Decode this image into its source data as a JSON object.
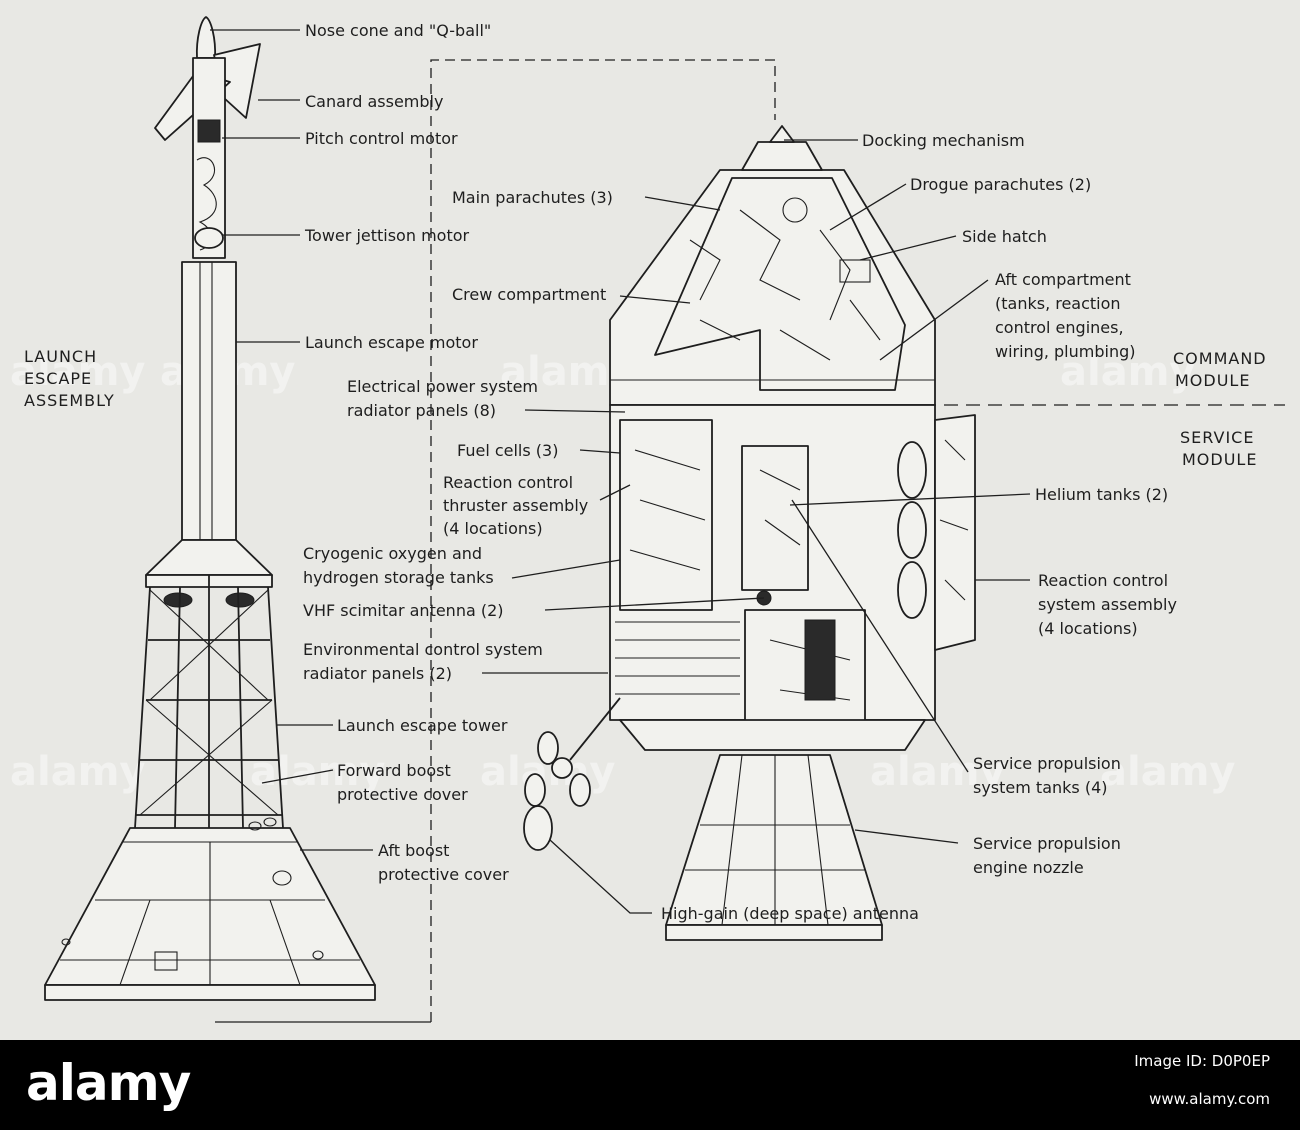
{
  "labels": {
    "nose_cone": "Nose cone and \"Q-ball\"",
    "canard": "Canard assembly",
    "pitch_motor": "Pitch control motor",
    "tower_jettison": "Tower jettison motor",
    "escape_motor": "Launch escape motor",
    "escape_tower": "Launch escape tower",
    "fwd_cover_1": "Forward boost",
    "fwd_cover_2": "protective cover",
    "aft_cover_1": "Aft boost",
    "aft_cover_2": "protective cover",
    "docking": "Docking mechanism",
    "main_chutes": "Main parachutes (3)",
    "drogue_chutes": "Drogue parachutes (2)",
    "side_hatch": "Side hatch",
    "aft_comp_1": "Aft compartment",
    "aft_comp_2": "(tanks, reaction",
    "aft_comp_3": "control engines,",
    "aft_comp_4": "wiring, plumbing)",
    "crew_comp": "Crew compartment",
    "eps_1": "Electrical power system",
    "eps_2": "radiator panels (8)",
    "fuel_cells": "Fuel cells (3)",
    "rcs_thruster_1": "Reaction control",
    "rcs_thruster_2": "thruster assembly",
    "rcs_thruster_3": "(4 locations)",
    "helium": "Helium tanks (2)",
    "cryo_1": "Cryogenic oxygen and",
    "cryo_2": "hydrogen storage tanks",
    "vhf": "VHF scimitar antenna (2)",
    "rcs_system_1": "Reaction control",
    "rcs_system_2": "system assembly",
    "rcs_system_3": "(4 locations)",
    "ecs_1": "Environmental control system",
    "ecs_2": "radiator panels (2)",
    "sps_tanks_1": "Service propulsion",
    "sps_tanks_2": "system tanks (4)",
    "sps_nozzle_1": "Service propulsion",
    "sps_nozzle_2": "engine nozzle",
    "high_gain": "High-gain (deep space) antenna"
  },
  "sections": {
    "les_1": "LAUNCH",
    "les_2": "ESCAPE",
    "les_3": "ASSEMBLY",
    "cm_1": "COMMAND",
    "cm_2": "MODULE",
    "sm_1": "SERVICE",
    "sm_2": "MODULE"
  },
  "watermark": "alamy",
  "footer": {
    "brand": "alamy",
    "image_id": "Image ID: D0P0EP",
    "url": "www.alamy.com"
  },
  "colors": {
    "background": "#e8e8e4",
    "ink": "#1e1e1e",
    "footer": "#000000"
  }
}
